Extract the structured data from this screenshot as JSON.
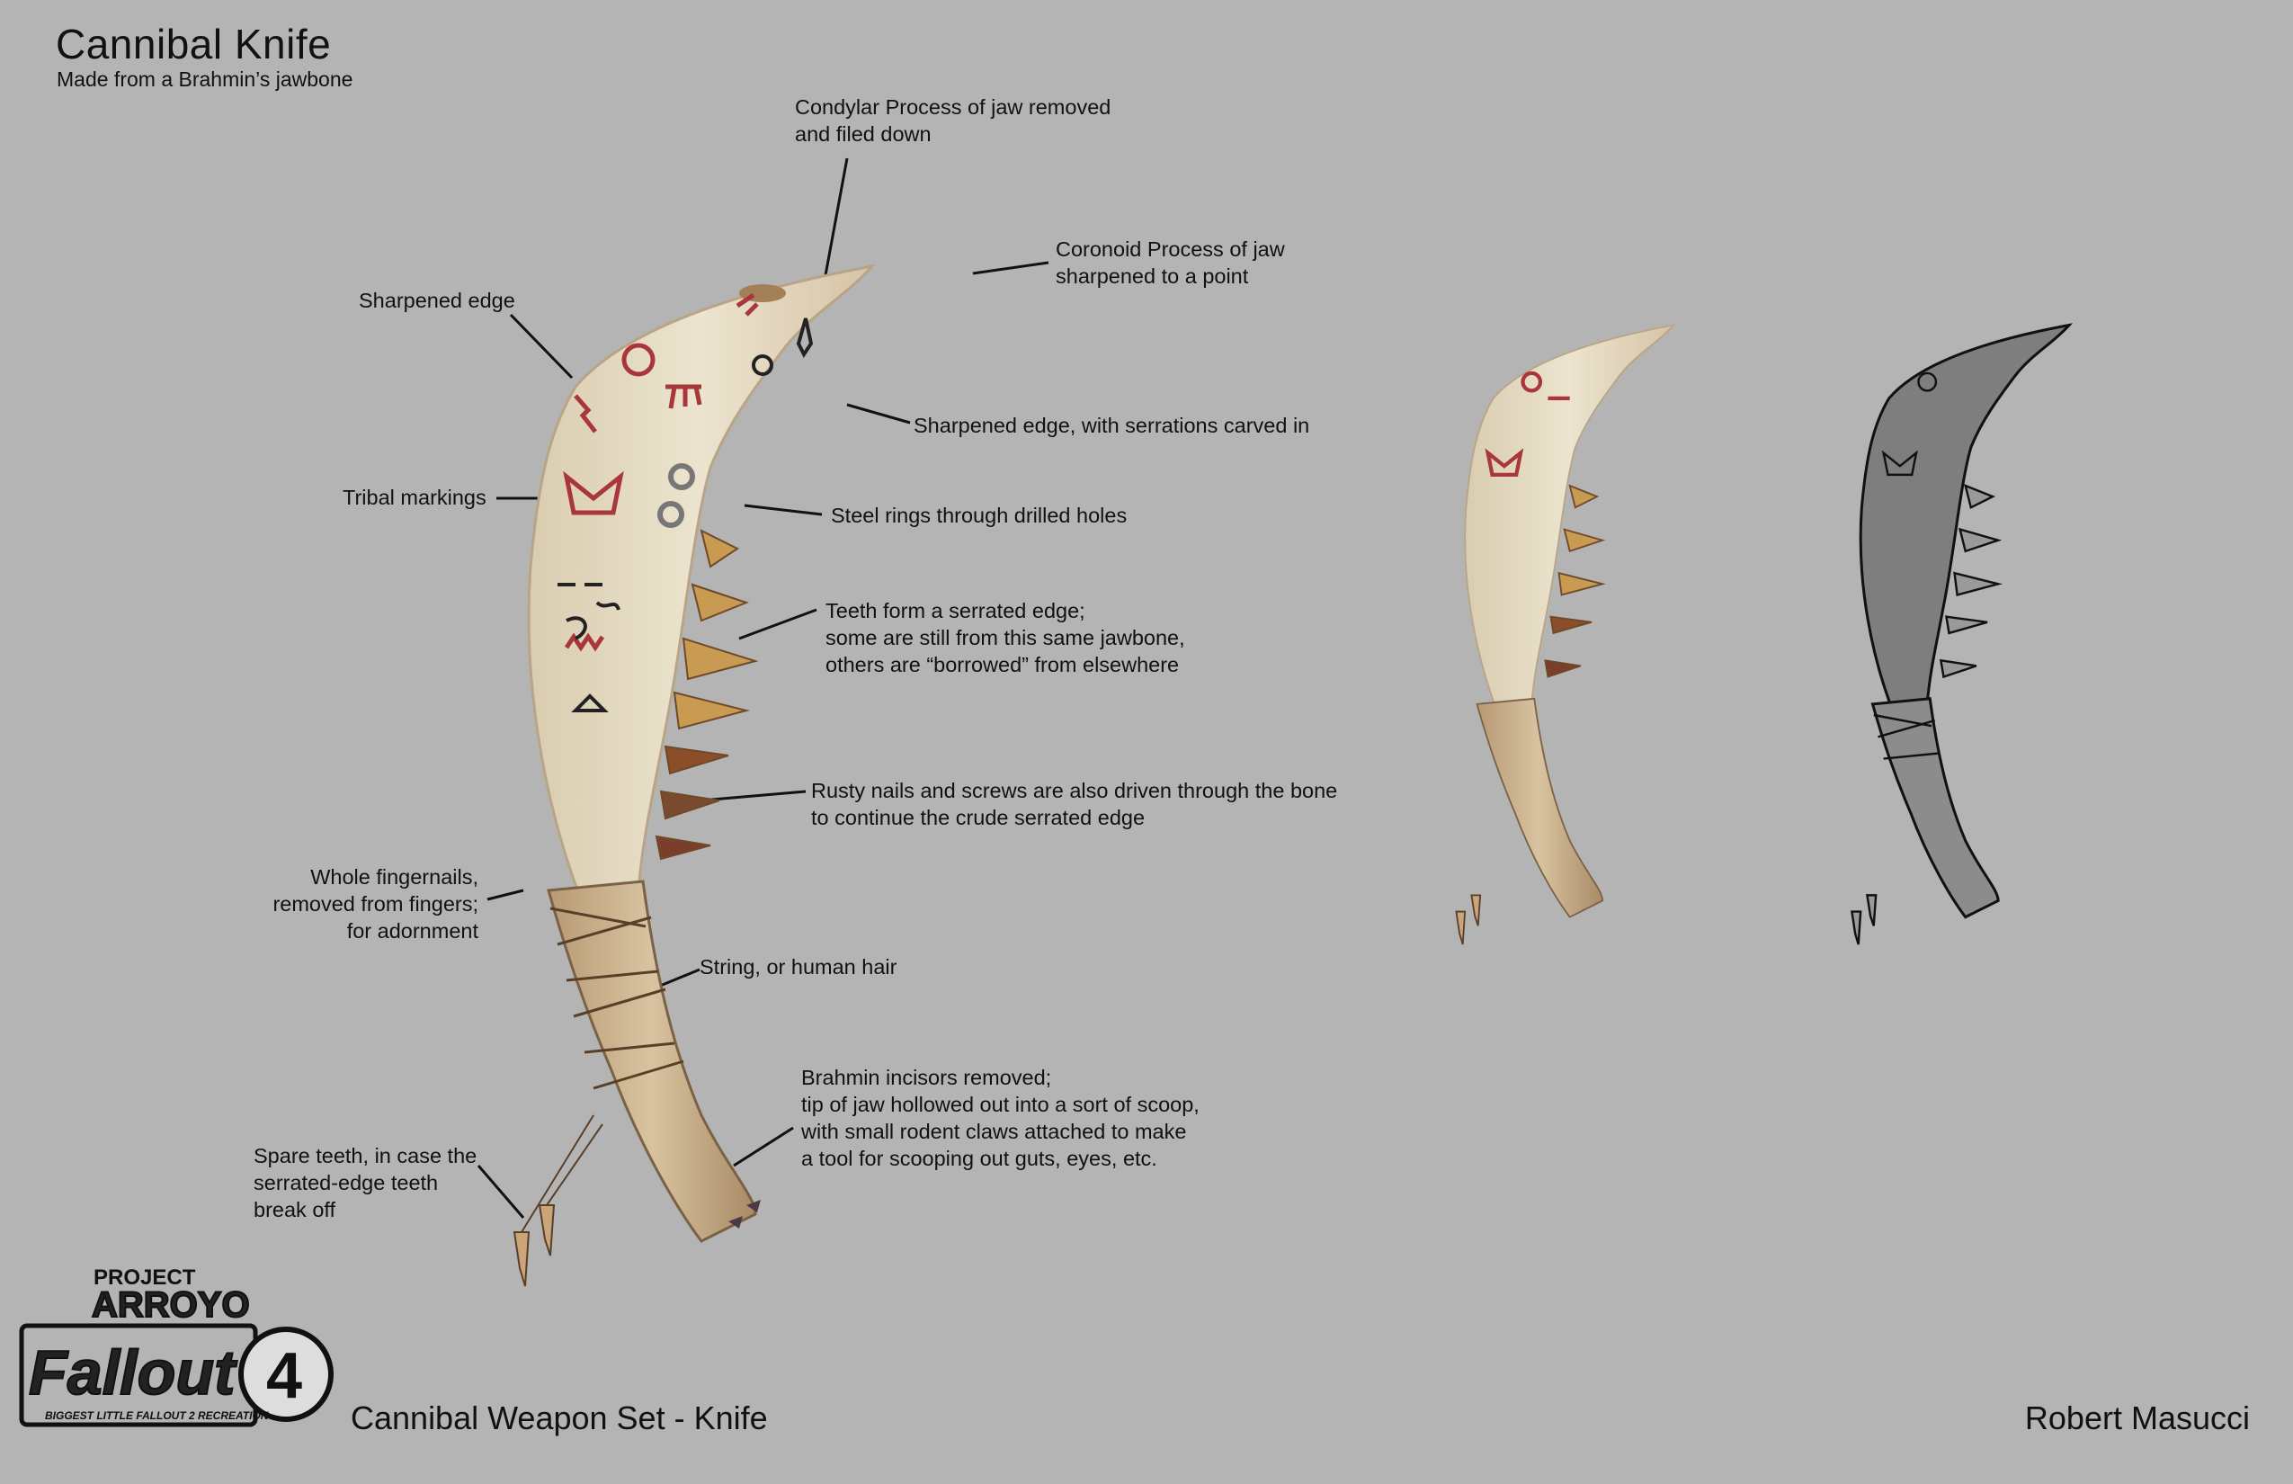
{
  "header": {
    "title": "Cannibal Knife",
    "subtitle": "Made from a Brahmin’s jawbone"
  },
  "callouts": {
    "condylar": "Condylar Process of jaw removed\nand filed down",
    "coronoid": "Coronoid Process of jaw\nsharpened to a point",
    "sharpened_edge": "Sharpened edge",
    "serrations": "Sharpened edge, with serrations carved in",
    "tribal": "Tribal markings",
    "steel_rings": "Steel rings through drilled holes",
    "teeth": "Teeth form a serrated edge;\nsome are still from this same jawbone,\nothers are “borrowed” from elsewhere",
    "nails": "Rusty nails and screws are also driven through the bone\nto continue the crude serrated edge",
    "fingernails": "Whole fingernails,\nremoved from fingers;\nfor adornment",
    "string": "String, or human hair",
    "incisors": "Brahmin incisors removed;\ntip of jaw hollowed out into a sort of scoop,\nwith small rodent claws attached to make\na tool for scooping out guts, eyes, etc.",
    "spare_teeth": "Spare teeth, in case the\nserrated-edge teeth\nbreak off"
  },
  "logo": {
    "project": "PROJECT",
    "arroyo": "ARROYO",
    "fallout": "Fallout",
    "number": "4",
    "tagline": "BIGGEST LITTLE FALLOUT 2 RECREATION"
  },
  "footer": {
    "title": "Cannibal Weapon Set - Knife",
    "artist": "Robert Masucci"
  },
  "colors": {
    "background": "#b4b4b4",
    "bone": "#e6dcc4",
    "marking_red": "#a8363a",
    "wrap": "#c9ae86",
    "grey_view": "#7e7e7e"
  }
}
